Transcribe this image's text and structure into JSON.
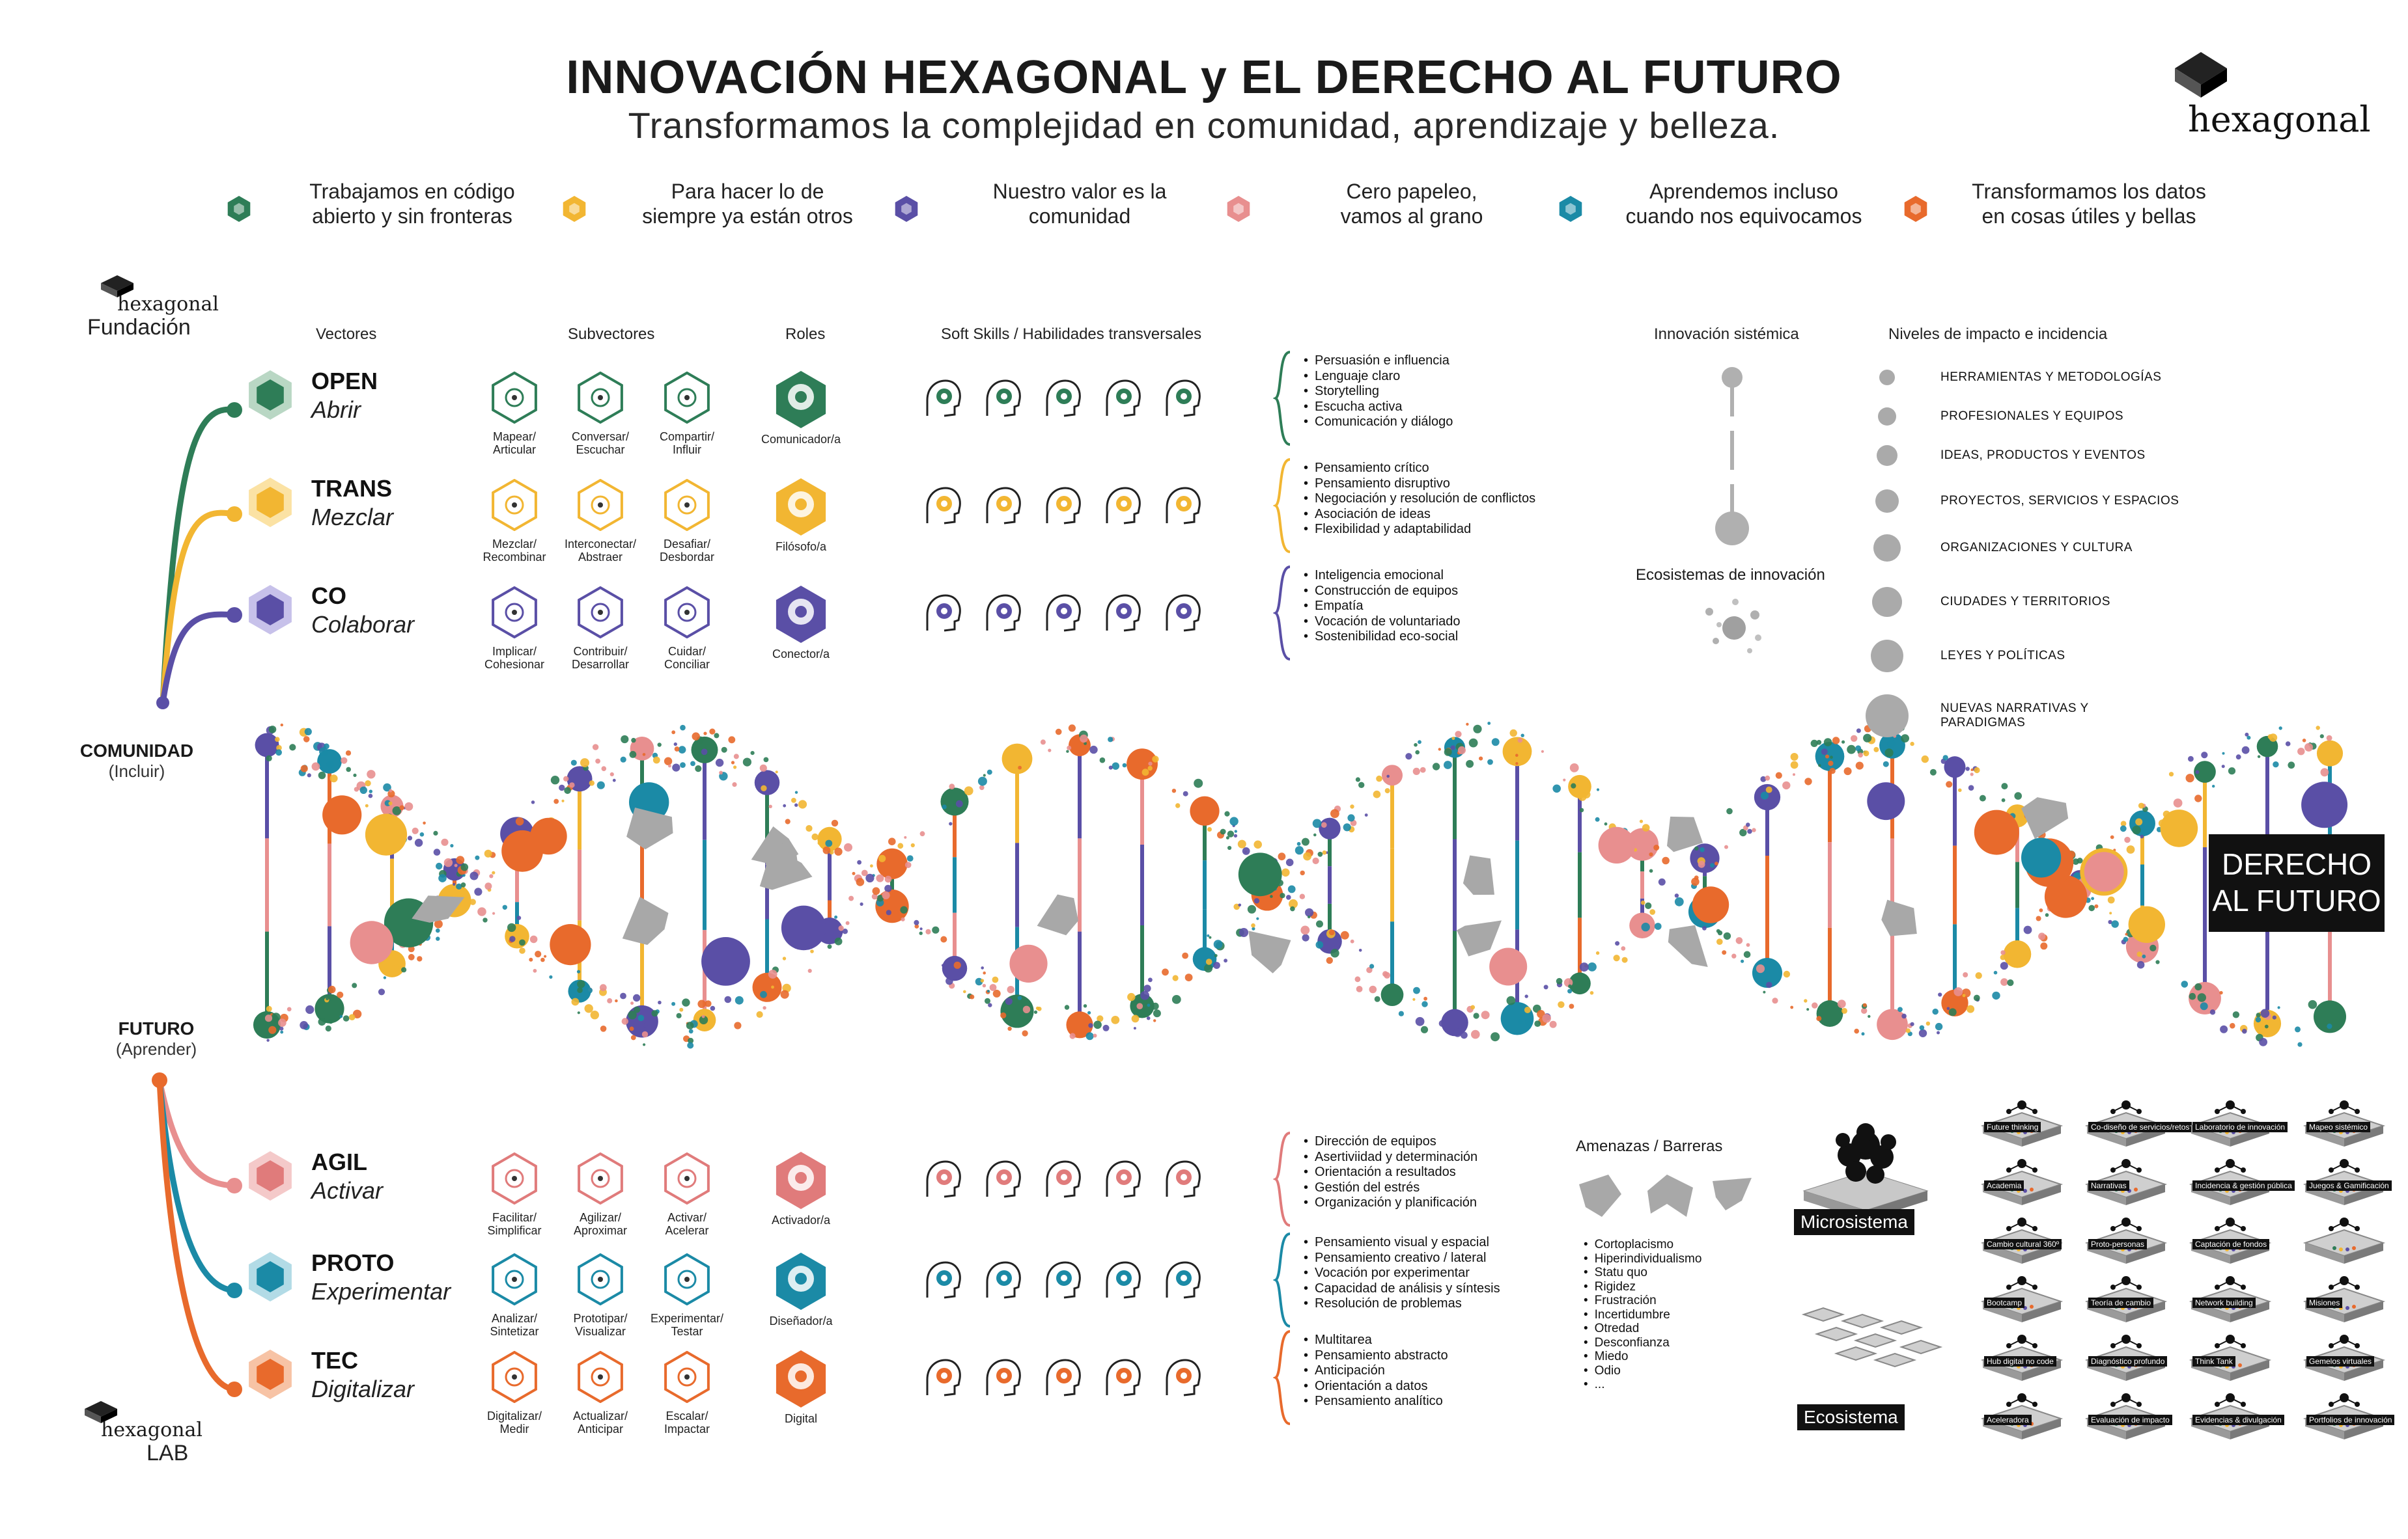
{
  "header": {
    "title": "INNOVACIÓN HEXAGONAL y EL DERECHO AL FUTURO",
    "subtitle": "Transformamos la complejidad en comunidad, aprendizaje y belleza.",
    "brand": "hexagonal"
  },
  "values": [
    {
      "line1": "Trabajamos en código",
      "line2": "abierto y sin fronteras",
      "color": "#2e7d57"
    },
    {
      "line1": "Para hacer lo de",
      "line2": "siempre ya están otros",
      "color": "#f2b632"
    },
    {
      "line1": "Nuestro valor es la",
      "line2": "comunidad",
      "color": "#5a4fa6"
    },
    {
      "line1": "Cero papeleo,",
      "line2": "vamos al grano",
      "color": "#e88f8f"
    },
    {
      "line1": "Aprendemos incluso",
      "line2": "cuando nos equivocamos",
      "color": "#1b8aa6"
    },
    {
      "line1": "Transformamos los datos",
      "line2": "en cosas útiles y bellas",
      "color": "#e86a2c"
    }
  ],
  "fundacion": {
    "brand": "hexagonal",
    "name": "Fundación"
  },
  "lab": {
    "brand": "hexagonal",
    "name": "LAB"
  },
  "columns": {
    "vectores": "Vectores",
    "subvectores": "Subvectores",
    "roles": "Roles",
    "softskills": "Soft Skills / Habilidades transversales",
    "innovacion": "Innovación sistémica",
    "niveles": "Niveles de impacto e incidencia",
    "ecosistemas": "Ecosistemas de innovación",
    "amenazas": "Amenazas / Barreras"
  },
  "vectors": [
    {
      "name": "OPEN",
      "verb": "Abrir",
      "color": "#2e7d57",
      "light": "#b9d7c4",
      "sub": [
        [
          "Mapear/",
          "Articular"
        ],
        [
          "Conversar/",
          "Escuchar"
        ],
        [
          "Compartir/",
          "Influir"
        ]
      ],
      "role": "Comunicador/a",
      "skills": [
        "Persuasión e influencia",
        "Lenguaje claro",
        "Storytelling",
        "Escucha activa",
        "Comunicación y diálogo"
      ]
    },
    {
      "name": "TRANS",
      "verb": "Mezclar",
      "color": "#f2b632",
      "light": "#fbe2a4",
      "sub": [
        [
          "Mezclar/",
          "Recombinar"
        ],
        [
          "Interconectar/",
          "Abstraer"
        ],
        [
          "Desafiar/",
          "Desbordar"
        ]
      ],
      "role": "Filósofo/a",
      "skills": [
        "Pensamiento crítico",
        "Pensamiento disruptivo",
        "Negociación y resolución de conflictos",
        "Asociación de ideas",
        "Flexibilidad y adaptabilidad"
      ]
    },
    {
      "name": "CO",
      "verb": "Colaborar",
      "color": "#5a4fa6",
      "light": "#c7c1ea",
      "sub": [
        [
          "Implicar/",
          "Cohesionar"
        ],
        [
          "Contribuir/",
          "Desarrollar"
        ],
        [
          "Cuidar/",
          "Conciliar"
        ]
      ],
      "role": "Conector/a",
      "skills": [
        "Inteligencia emocional",
        "Construcción de equipos",
        "Empatía",
        "Vocación de voluntariado",
        "Sostenibilidad eco-social"
      ]
    },
    {
      "name": "AGIL",
      "verb": "Activar",
      "color": "#e07b7b",
      "light": "#f4c9c9",
      "sub": [
        [
          "Facilitar/",
          "Simplificar"
        ],
        [
          "Agilizar/",
          "Aproximar"
        ],
        [
          "Activar/",
          "Acelerar"
        ]
      ],
      "role": "Activador/a",
      "skills": [
        "Dirección de equipos",
        "Asertiviidad y determinación",
        "Orientación a resultados",
        "Gestión del estrés",
        "Organización y planificación"
      ]
    },
    {
      "name": "PROTO",
      "verb": "Experimentar",
      "color": "#1b8aa6",
      "light": "#b2dbe6",
      "sub": [
        [
          "Analizar/",
          "Sintetizar"
        ],
        [
          "Prototipar/",
          "Visualizar"
        ],
        [
          "Experimentar/",
          "Testar"
        ]
      ],
      "role": "Diseñador/a",
      "skills": [
        "Pensamiento visual y espacial",
        "Pensamiento creativo / lateral",
        "Vocación por experimentar",
        "Capacidad de análisis y síntesis",
        "Resolución de problemas"
      ]
    },
    {
      "name": "TEC",
      "verb": "Digitalizar",
      "color": "#e86a2c",
      "light": "#f7c3a5",
      "sub": [
        [
          "Digitalizar/",
          "Medir"
        ],
        [
          "Actualizar/",
          "Anticipar"
        ],
        [
          "Escalar/",
          "Impactar"
        ]
      ],
      "role": "Digital",
      "skills": [
        "Multitarea",
        "Pensamiento abstracto",
        "Anticipación",
        "Orientación a datos",
        "Pensamiento analítico"
      ]
    }
  ],
  "comunidad": {
    "label": "COMUNIDAD",
    "sub": "(Incluir)"
  },
  "futuro": {
    "label": "FUTURO",
    "sub": "(Aprender)"
  },
  "derecho": {
    "line1": "DERECHO",
    "line2": "AL FUTURO"
  },
  "impact_levels": [
    "HERRAMIENTAS Y METODOLOGÍAS",
    "PROFESIONALES Y EQUIPOS",
    "IDEAS, PRODUCTOS Y EVENTOS",
    "PROYECTOS, SERVICIOS Y ESPACIOS",
    "ORGANIZACIONES Y CULTURA",
    "CIUDADES Y TERRITORIOS",
    "LEYES Y POLÍTICAS",
    "NUEVAS NARRATIVAS Y",
    "PARADIGMAS"
  ],
  "threats": [
    "Cortoplacismo",
    "Hiperindividualismo",
    "Statu quo",
    "Rigidez",
    "Frustración",
    "Incertidumbre",
    "Otredad",
    "Desconfianza",
    "Miedo",
    "Odio",
    "..."
  ],
  "systems": {
    "micro": "Microsistema",
    "eco": "Ecosistema"
  },
  "tools": [
    [
      "Future thinking",
      "Co-diseño de servicios/retos",
      "Laboratorio de innovación",
      "Mapeo sistémico"
    ],
    [
      "Academia",
      "Narrativas",
      "Incidencia & gestión pública",
      "Juegos & Gamificación"
    ],
    [
      "Cambio cultural 360º",
      "Proto-personas",
      "Captación de fondos",
      ""
    ],
    [
      "Bootcamp",
      "Teoría de cambio",
      "Network building",
      "Misiones"
    ],
    [
      "Hub digital no code",
      "Diagnóstico profundo",
      "Think Tank",
      "Gemelos virtuales"
    ],
    [
      "Aceleradora",
      "Evaluación de impacto",
      "Evidencias & divulgación",
      "Portfolios de innovación"
    ]
  ],
  "palette": {
    "green": "#2e7d57",
    "yellow": "#f2b632",
    "purple": "#5a4fa6",
    "pink": "#e88f8f",
    "teal": "#1b8aa6",
    "orange": "#e86a2c",
    "grey": "#a8a8a8"
  }
}
